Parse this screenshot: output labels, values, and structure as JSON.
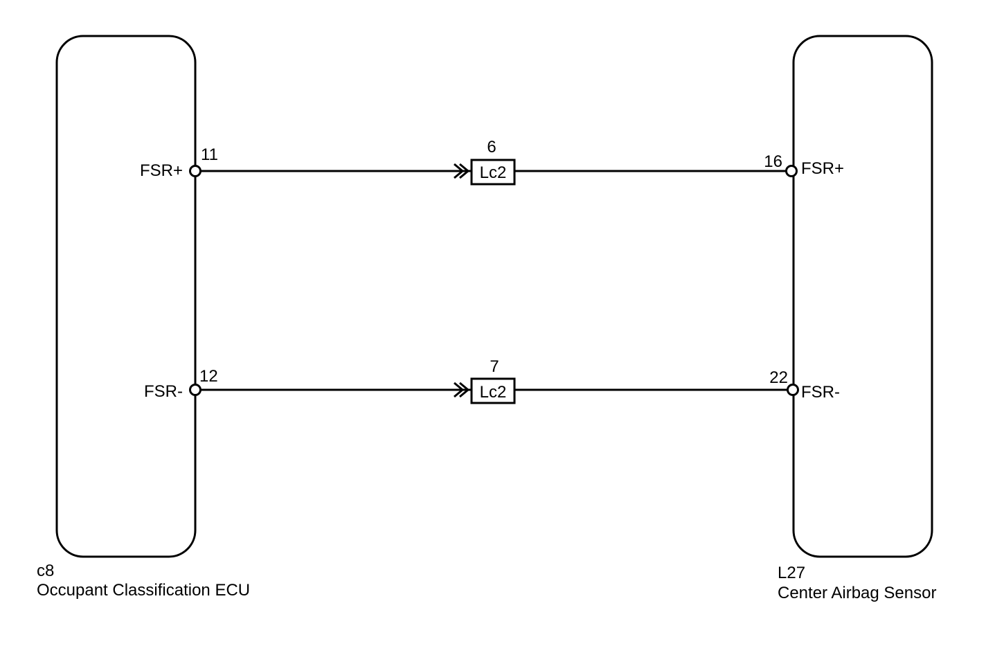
{
  "left_component": {
    "code": "c8",
    "name": "Occupant Classification ECU",
    "pins": [
      {
        "number": "11",
        "label": "FSR+"
      },
      {
        "number": "12",
        "label": "FSR-"
      }
    ]
  },
  "right_component": {
    "code": "L27",
    "name": "Center Airbag Sensor",
    "pins": [
      {
        "number": "16",
        "label": "FSR+"
      },
      {
        "number": "22",
        "label": "FSR-"
      }
    ]
  },
  "connectors": [
    {
      "name": "Lc2",
      "pin": "6"
    },
    {
      "name": "Lc2",
      "pin": "7"
    }
  ],
  "colors": {
    "line": "#000000",
    "background": "#ffffff"
  }
}
